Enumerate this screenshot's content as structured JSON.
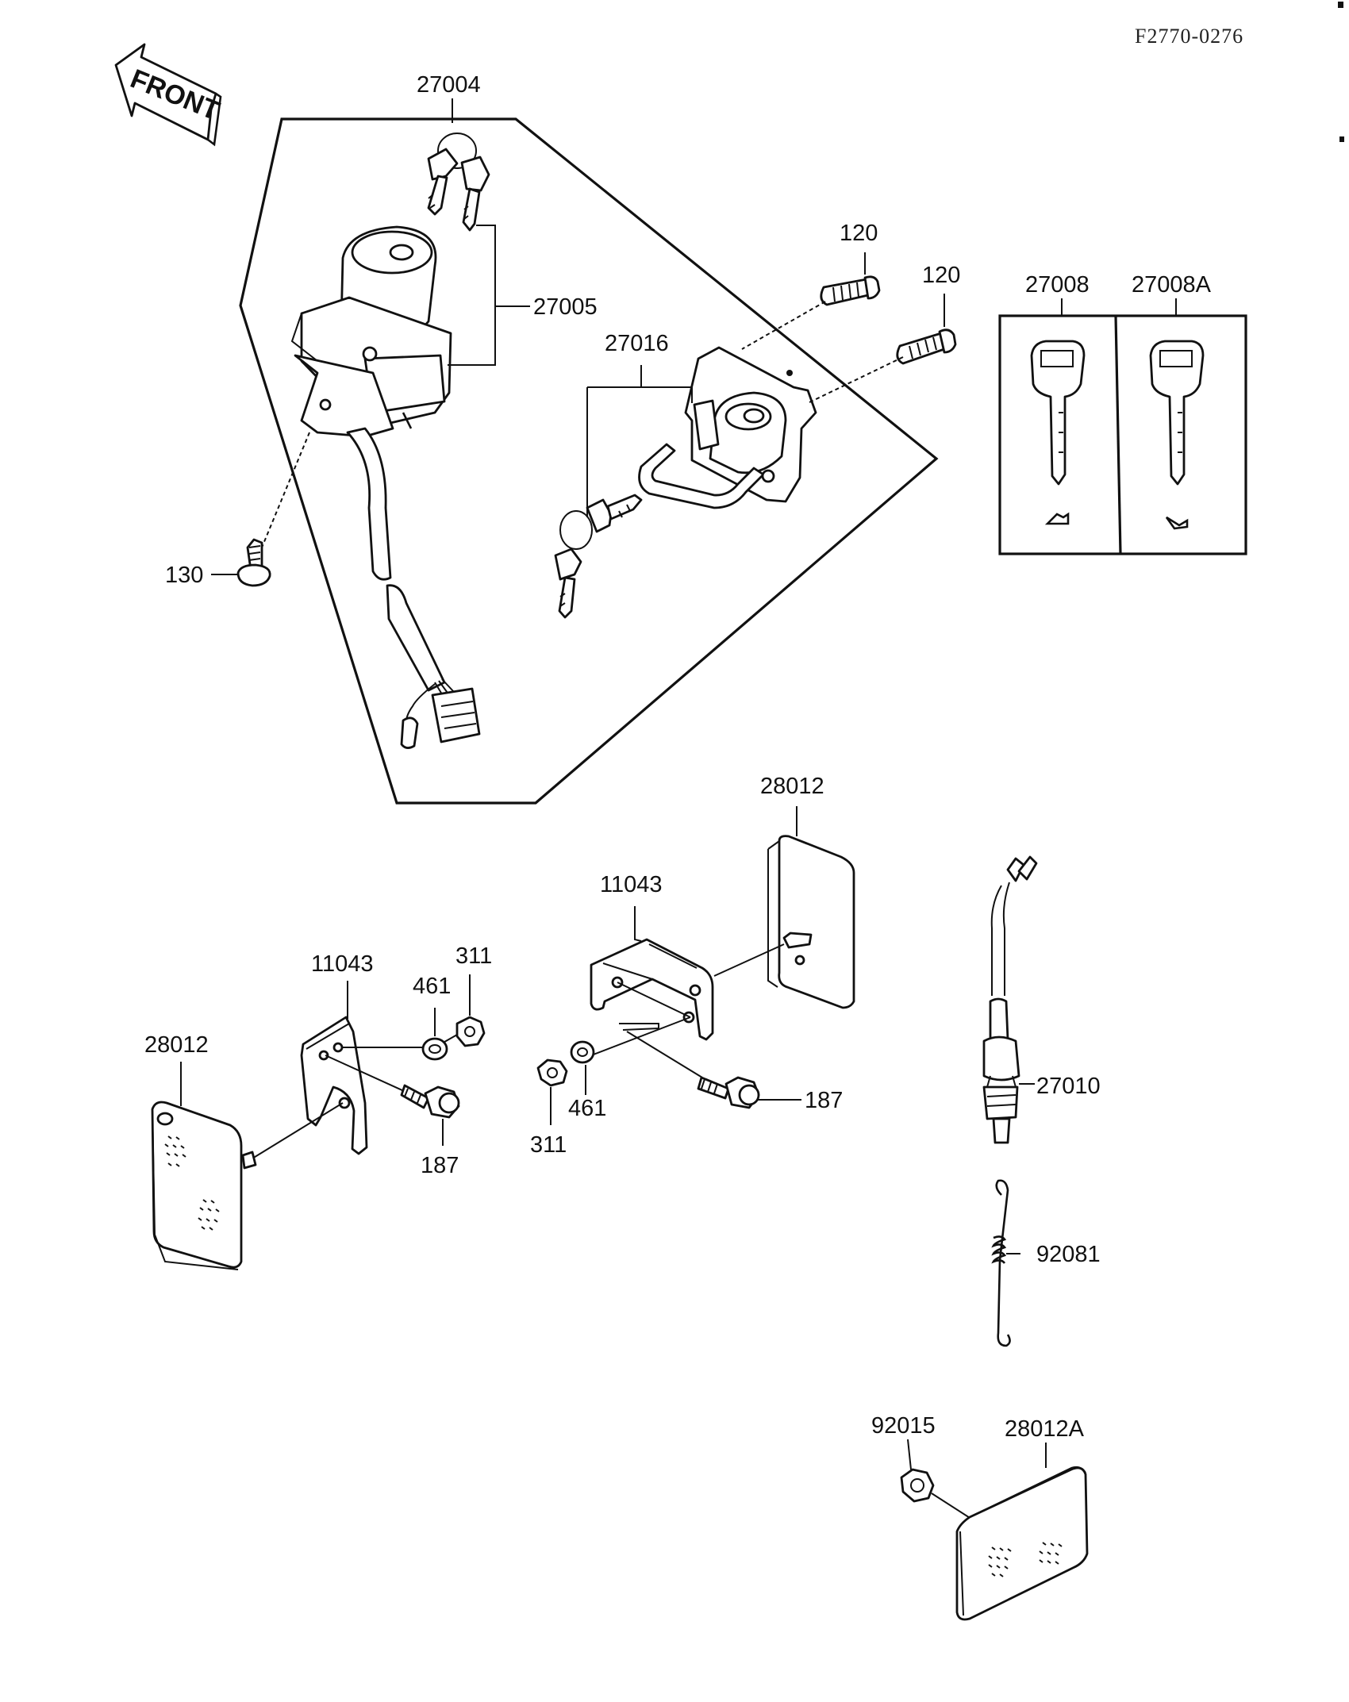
{
  "diagram_code": "F2770-0276",
  "front_label": "FRONT",
  "parts": {
    "p27004": "27004",
    "p27005": "27005",
    "p120a": "120",
    "p120b": "120",
    "p27016": "27016",
    "p27008": "27008",
    "p27008A": "27008A",
    "p130": "130",
    "p28012_top": "28012",
    "p11043_right": "11043",
    "p11043_left": "11043",
    "p311_top": "311",
    "p461_top": "461",
    "p28012_left": "28012",
    "p187_right": "187",
    "p187_left": "187",
    "p311_bottom": "311",
    "p461_bottom": "461",
    "p27010": "27010",
    "p92081": "92081",
    "p92015": "92015",
    "p28012A": "28012A"
  }
}
